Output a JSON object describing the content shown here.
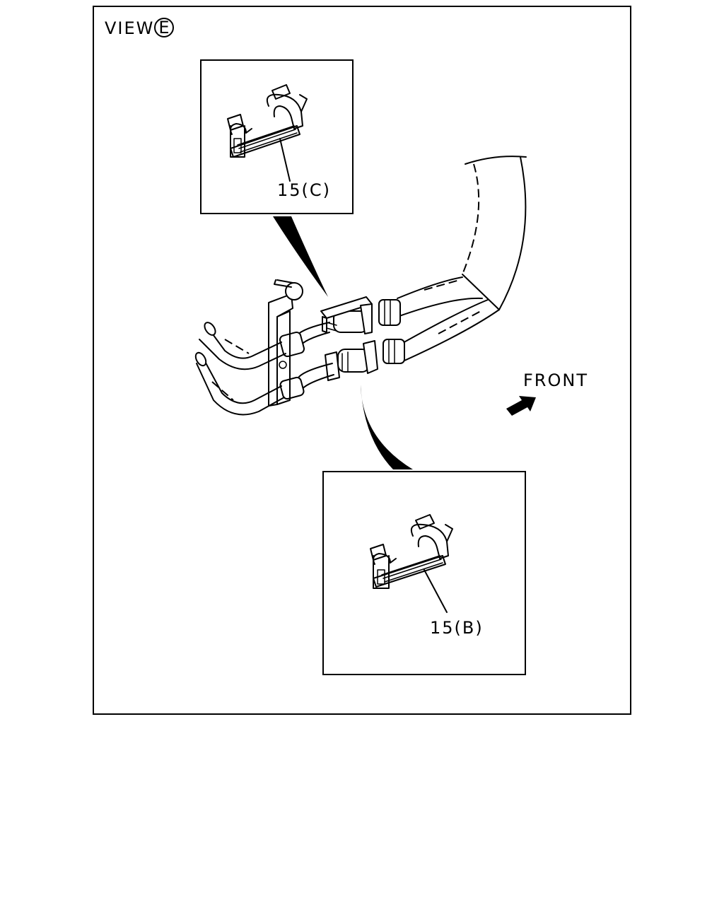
{
  "view": {
    "label": "VIEW",
    "marker": "E"
  },
  "callouts": {
    "clip_c": "15(C)",
    "clip_b": "15(B)"
  },
  "direction": {
    "label": "FRONT"
  }
}
